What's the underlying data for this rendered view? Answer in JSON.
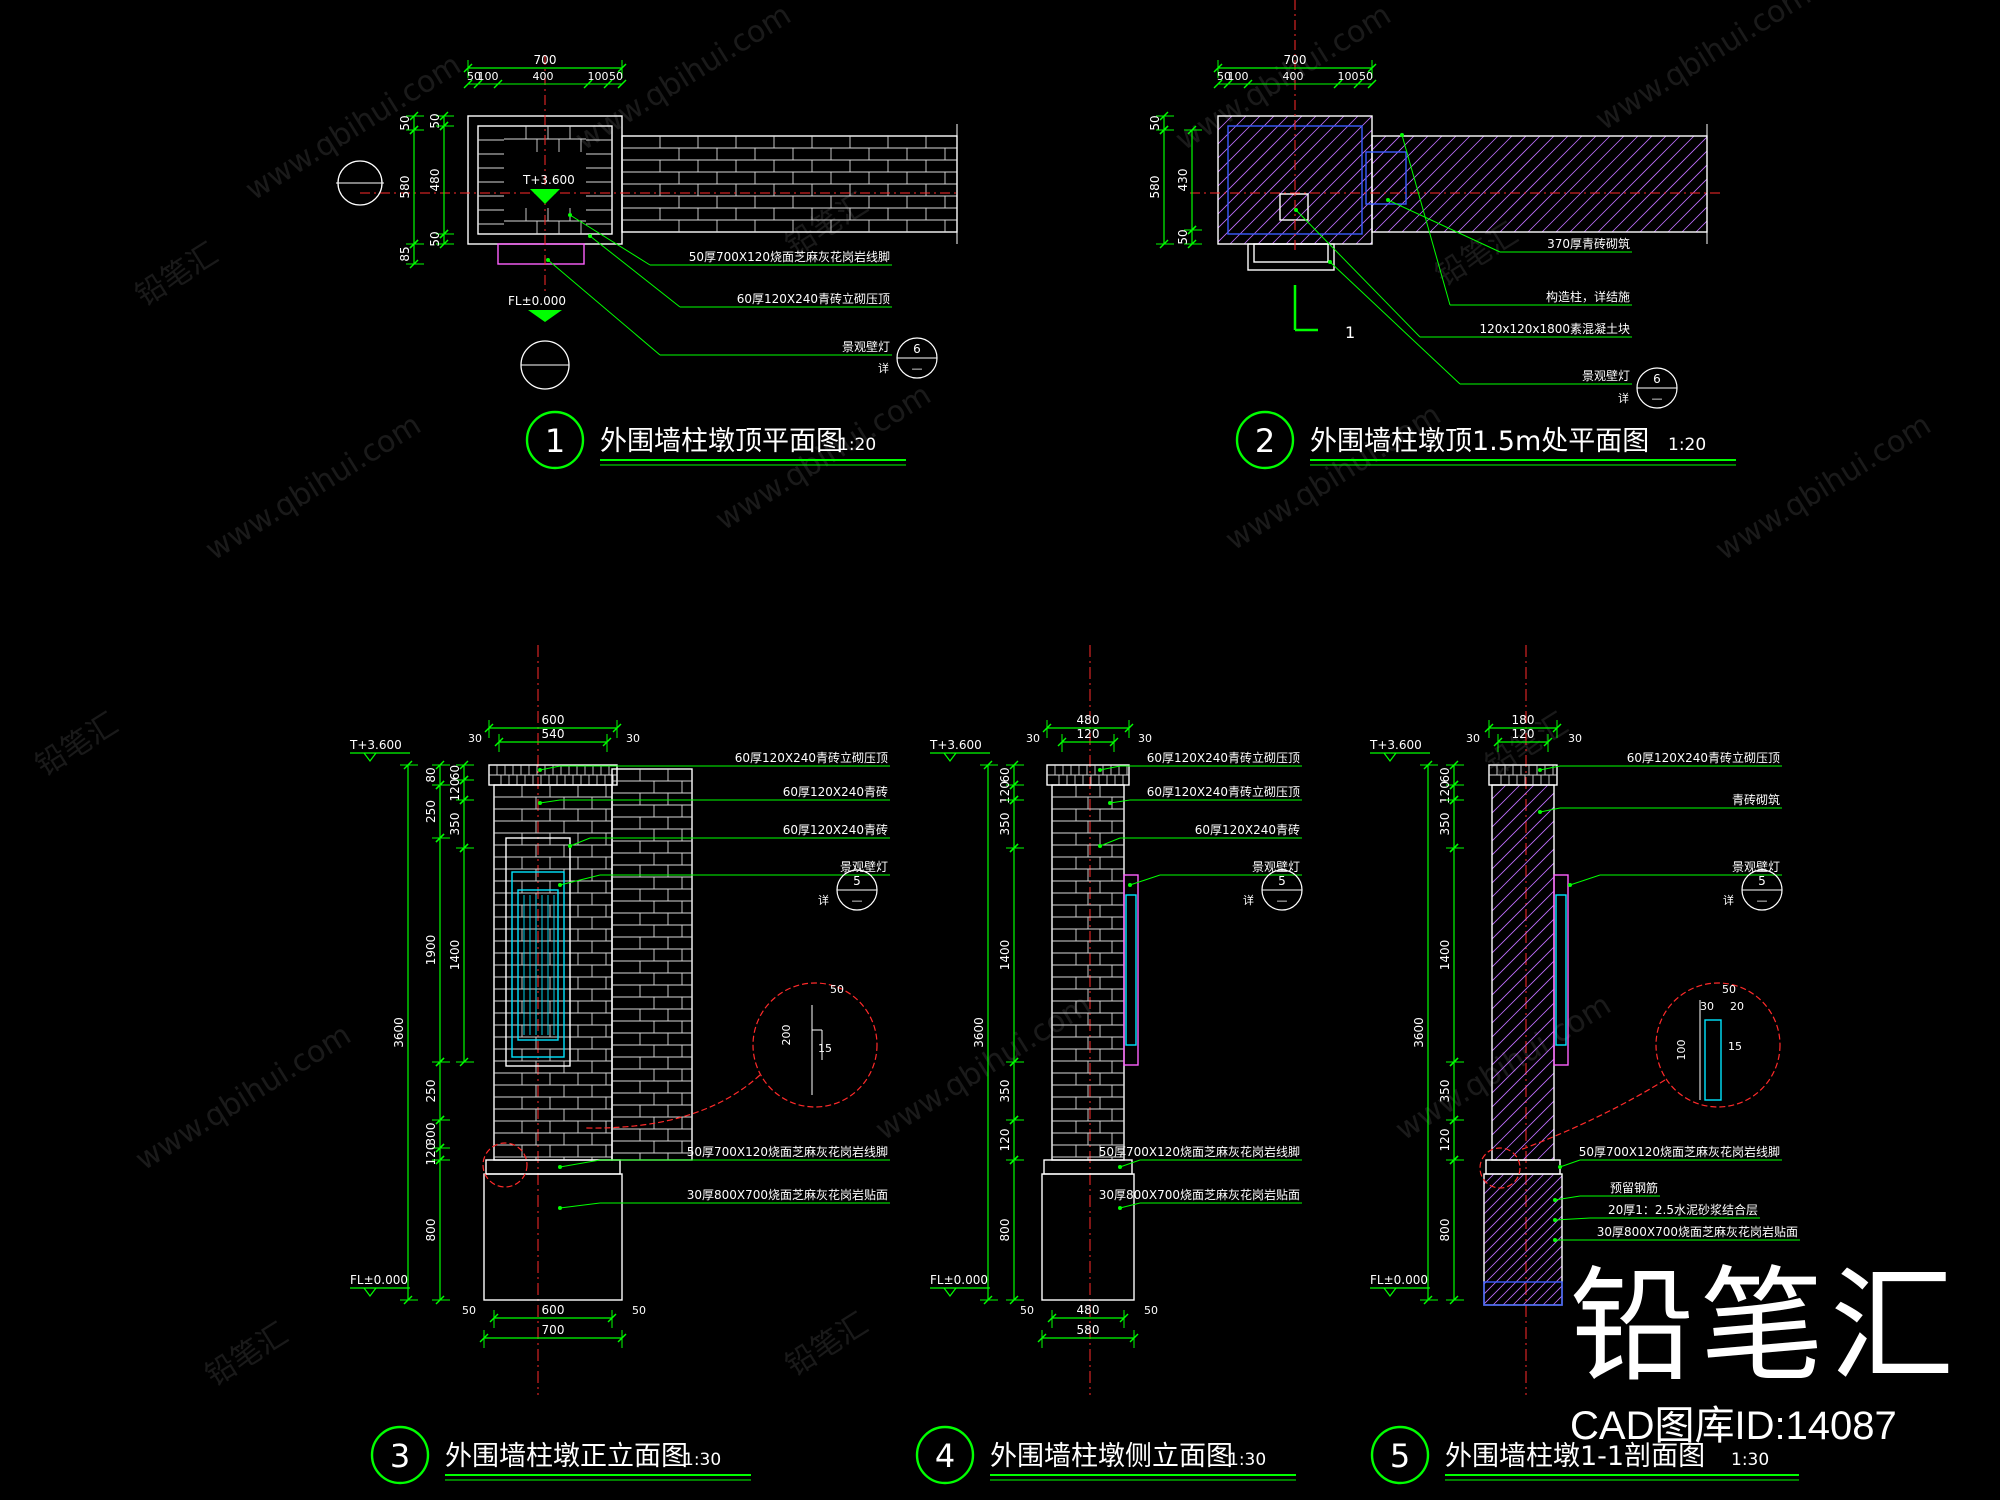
{
  "brand": {
    "logo": "铅笔汇",
    "id_label": "CAD图库ID:14087"
  },
  "watermarks": [
    "www.qbihui.com",
    "铅笔汇"
  ],
  "colors": {
    "line": "#00ff00",
    "dim": "#00ff00",
    "axis": "#ff2a2a",
    "text": "#ffffff",
    "brick": "#d8d8d8",
    "stone": "#00e5ff",
    "lamp": "#ff60ff",
    "hatch": "#c070ff",
    "blue": "#3a5cff"
  },
  "drawings": [
    {
      "num": "1",
      "title": "外围墙柱墩顶平面图",
      "scale": "1:20"
    },
    {
      "num": "2",
      "title": "外围墙柱墩顶1.5m处平面图",
      "scale": "1:20"
    },
    {
      "num": "3",
      "title": "外围墙柱墩正立面图",
      "scale": "1:30"
    },
    {
      "num": "4",
      "title": "外围墙柱墩侧立面图",
      "scale": "1:30"
    },
    {
      "num": "5",
      "title": "外围墙柱墩1-1剖面图",
      "scale": "1:30"
    }
  ],
  "plan1": {
    "top_total": "700",
    "top_parts": [
      "50",
      "100",
      "400",
      "100",
      "50"
    ],
    "left_dims": [
      "50",
      "580",
      "85"
    ],
    "left_sub": [
      "50",
      "480",
      "50"
    ],
    "elev_mark": "T+3.600",
    "floor_mark": "FL±0.000",
    "notes": [
      "50厚700X120烧面芝麻灰花岗岩线脚",
      "60厚120X240青砖立砌压顶",
      "景观壁灯"
    ],
    "ref": {
      "num": "6",
      "sub": "详",
      "dash": "—"
    }
  },
  "plan2": {
    "top_total": "700",
    "top_parts": [
      "50",
      "100",
      "400",
      "100",
      "50"
    ],
    "left_dims": [
      "50",
      "430",
      "580",
      "50"
    ],
    "section_mark": "1",
    "notes": [
      "370厚青砖砌筑",
      "构造柱，详结施",
      "120x120x1800素混凝土块",
      "景观壁灯"
    ],
    "ref": {
      "num": "6",
      "sub": "详",
      "dash": "—"
    }
  },
  "elev3": {
    "top_dims": [
      "600",
      "540",
      "30",
      "30"
    ],
    "bottom_dims": [
      "600",
      "700",
      "50",
      "50"
    ],
    "top_mark": "T+3.600",
    "floor_mark": "FL±0.000",
    "left_dims": [
      "80",
      "250",
      "1900",
      "250",
      "300",
      "120",
      "800"
    ],
    "left_total": "3600",
    "left_sub": [
      "60",
      "120",
      "350",
      "1400"
    ],
    "notes": [
      "60厚120X240青砖立砌压顶",
      "60厚120X240青砖",
      "60厚120X240青砖",
      "景观壁灯",
      "50厚700X120烧面芝麻灰花岗岩线脚",
      "30厚800X700烧面芝麻灰花岗岩贴面"
    ],
    "ref": {
      "num": "5",
      "sub": "详",
      "dash": "—"
    },
    "detail": [
      "50",
      "200",
      "15"
    ]
  },
  "elev4": {
    "top_dims": [
      "480",
      "120",
      "30",
      "30"
    ],
    "bottom_dims": [
      "480",
      "580",
      "50",
      "50"
    ],
    "top_mark": "T+3.600",
    "floor_mark": "FL±0.000",
    "left_dims": [
      "60",
      "120",
      "350",
      "1400",
      "350",
      "120",
      "800"
    ],
    "left_total": "3600",
    "notes": [
      "60厚120X240青砖立砌压顶",
      "60厚120X240青砖立砌压顶",
      "60厚120X240青砖",
      "景观壁灯",
      "50厚700X120烧面芝麻灰花岗岩线脚",
      "30厚800X700烧面芝麻灰花岗岩贴面"
    ],
    "ref": {
      "num": "5",
      "sub": "详",
      "dash": "—"
    }
  },
  "sec5": {
    "top_dims": [
      "180",
      "120",
      "30",
      "30"
    ],
    "top_mark": "T+3.600",
    "floor_mark": "FL±0.000",
    "left_dims": [
      "60",
      "120",
      "350",
      "1400",
      "350",
      "120",
      "800"
    ],
    "left_total": "3600",
    "notes": [
      "60厚120X240青砖立砌压顶",
      "青砖砌筑",
      "景观壁灯",
      "50厚700X120烧面芝麻灰花岗岩线脚",
      "预留钢筋",
      "20厚1：2.5水泥砂浆结合层",
      "30厚800X700烧面芝麻灰花岗岩贴面"
    ],
    "ref": {
      "num": "5",
      "sub": "详",
      "dash": "—"
    },
    "detail": [
      "50",
      "30",
      "20",
      "100",
      "15"
    ]
  }
}
